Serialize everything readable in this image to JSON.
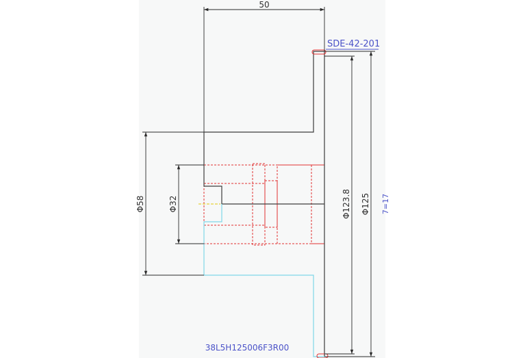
{
  "drawing": {
    "top_dimension": "50",
    "part_code": "SDE-42-201",
    "teeth_label": "7=17",
    "bottom_code": "38L5H125006F3R00",
    "dim_diameter_58": "Φ58",
    "dim_diameter_32": "Φ32",
    "dim_diameter_123_8": "Φ123.8",
    "dim_diameter_125": "Φ125"
  },
  "colors": {
    "outline_dark": "#3c3c3c",
    "outline_cyan": "#7fd6e8",
    "hidden_red": "#e03030",
    "annotation_blue": "#4a52c8",
    "centerline_yellow": "#e6d23a",
    "sheet_bg": "#f7f8f8"
  }
}
